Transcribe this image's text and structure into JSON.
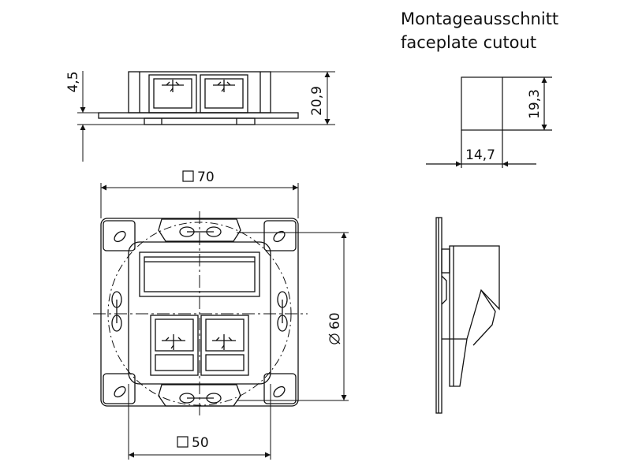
{
  "cutout_title": {
    "line1": "Montageausschnitt",
    "line2": "faceplate cutout"
  },
  "dimensions": {
    "front_offset": "4,5",
    "front_height": "20,9",
    "cutout_height": "19,3",
    "cutout_width": "14,7",
    "outer_square": "70",
    "inner_square": "50",
    "mount_diameter": "60"
  },
  "colors": {
    "line": "#1a1a1a",
    "background": "#ffffff"
  }
}
